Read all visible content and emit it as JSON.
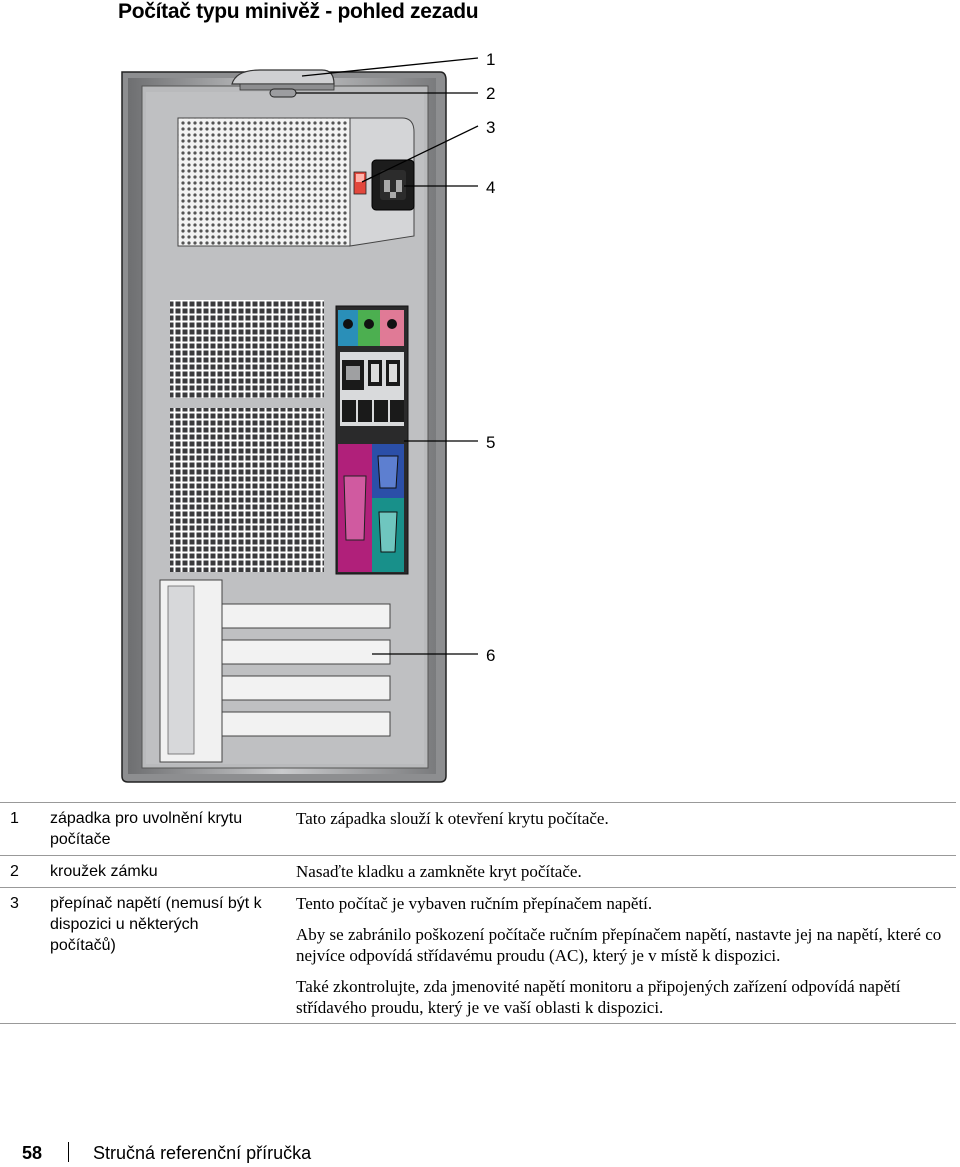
{
  "page_title": "Počítač typu minivěž - pohled zezadu",
  "callouts": [
    "1",
    "2",
    "3",
    "4",
    "5",
    "6"
  ],
  "legend": [
    {
      "num": "1",
      "name": "západka pro uvolnění krytu počítače",
      "desc": [
        "Tato západka slouží k otevření krytu počítače."
      ]
    },
    {
      "num": "2",
      "name": "kroužek zámku",
      "desc": [
        "Nasaďte kladku a zamkněte kryt počítače."
      ]
    },
    {
      "num": "3",
      "name": "přepínač napětí (nemusí být k dispozici u některých počítačů)",
      "desc": [
        "Tento počítač je vybaven ručním přepínačem napětí.",
        "Aby se zabránilo poškození počítače ručním přepínačem napětí, nastavte jej na napětí, které co nejvíce odpovídá střídavému proudu (AC), který je v místě k dispozici.",
        "Také zkontrolujte, zda jmenovité napětí monitoru a připojených zařízení odpovídá napětí střídavého proudu, který je ve vaší oblasti k dispozici."
      ]
    }
  ],
  "footer": {
    "page_number": "58",
    "doc_name": "Stručná referenční příručka"
  },
  "colors": {
    "chassis": "#b9babc",
    "chassis_dark": "#6f7072",
    "audio_blue": "#2a8fb8",
    "audio_green": "#4caf50",
    "audio_pink": "#e07a96",
    "parallel_magenta": "#b0207a",
    "vga_blue": "#2b4fa8",
    "serial_teal": "#18908a",
    "switch_red": "#e2473c"
  }
}
